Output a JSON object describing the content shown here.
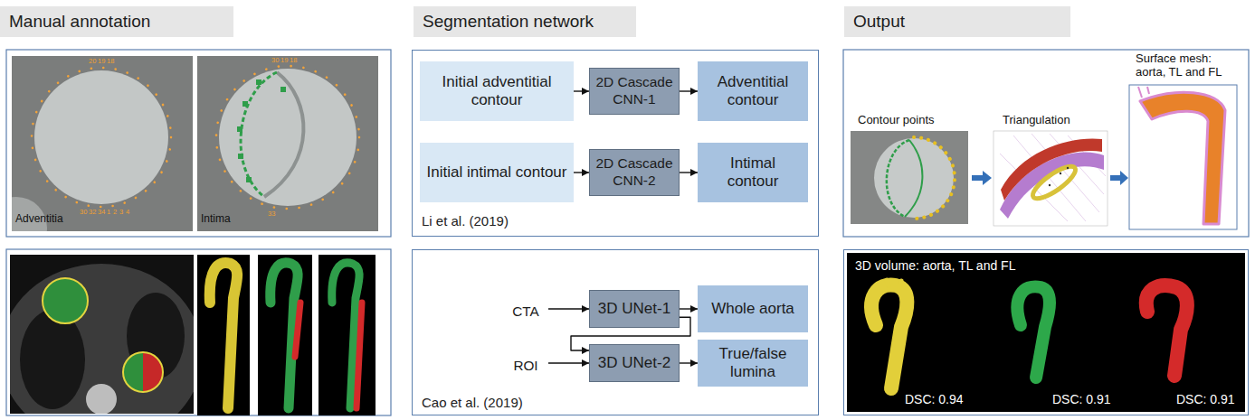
{
  "diagram": {
    "nodes": [
      {
        "text": [
          "Manual annotation"
        ]
      },
      {
        "text": [
          "Segmentation network"
        ]
      },
      {
        "text": [
          "Output"
        ]
      },
      {
        "text": [
          "Li et al. (2019)"
        ]
      },
      {
        "text": [
          "Initial adventitial contour"
        ],
        "in": 3
      },
      {
        "text": [
          "2D Cascade CNN-1"
        ],
        "in": 3
      },
      {
        "text": [
          "Adventitial contour"
        ],
        "in": 3
      },
      {
        "text": [
          "Initial intimal contour"
        ],
        "in": 3
      },
      {
        "text": [
          "2D Cascade CNN-2"
        ],
        "in": 3
      },
      {
        "text": [
          "Intimal contour"
        ],
        "in": 3
      },
      {
        "text": [
          "Cao et al. (2019)"
        ]
      },
      {
        "text": [
          "CTA"
        ],
        "in": 10
      },
      {
        "text": [
          "3D UNet-1"
        ],
        "in": 10
      },
      {
        "text": [
          "Whole aorta"
        ],
        "in": 10
      },
      {
        "text": [
          "ROI"
        ],
        "in": 10
      },
      {
        "text": [
          "3D UNet-2"
        ],
        "in": 10
      },
      {
        "text": [
          "True/false lumina"
        ],
        "in": 10
      },
      {
        "text": [
          "3D volume: aorta, TL and FL"
        ]
      }
    ],
    "edges": [
      {
        "from": 4,
        "to": 5,
        "arrow": "to"
      },
      {
        "from": 5,
        "to": 6,
        "arrow": "to"
      },
      {
        "from": 7,
        "to": 8,
        "arrow": "to"
      },
      {
        "from": 8,
        "to": 9,
        "arrow": "to"
      },
      {
        "from": 11,
        "to": 12,
        "arrow": "to"
      },
      {
        "from": 12,
        "to": 13,
        "arrow": "to"
      },
      {
        "from": 12,
        "to": 15,
        "arrow": "to"
      },
      {
        "from": 14,
        "to": 15,
        "arrow": "to"
      },
      {
        "from": 15,
        "to": 16,
        "arrow": "to"
      }
    ],
    "labels": [
      "Adventitia",
      "Intima",
      "20",
      "19",
      "18",
      "30",
      "32",
      "34",
      "1",
      "2",
      "3",
      "4",
      "30",
      "19",
      "18",
      "33",
      "Contour points",
      "Triangulation",
      "Surface mesh: aorta, TL and FL",
      "DSC: 0.94",
      "DSC: 0.91",
      "DSC: 0.91"
    ]
  }
}
